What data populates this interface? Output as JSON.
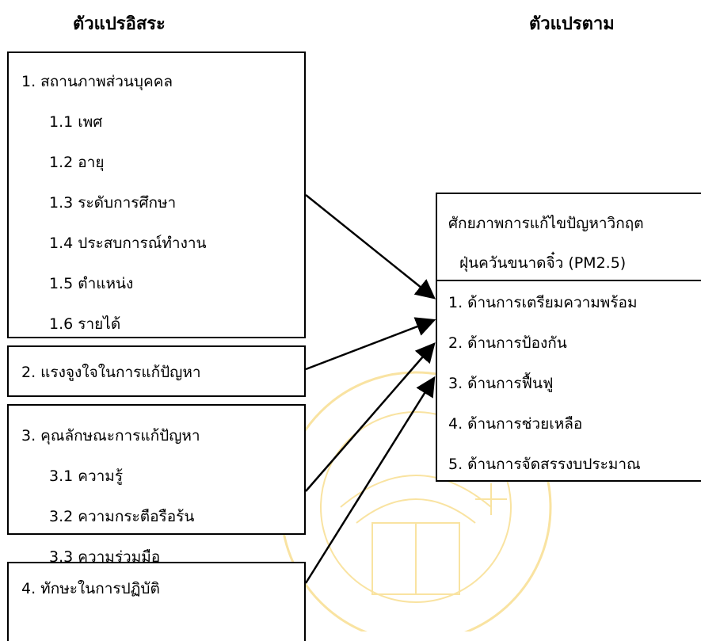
{
  "headings": {
    "independent": "ตัวแปรอิสระ",
    "dependent": "ตัวแปรตาม"
  },
  "independent_variables": [
    {
      "title": "1. สถานภาพส่วนบุคคล",
      "items": [
        "1.1 เพศ",
        "1.2 อายุ",
        "1.3 ระดับการศึกษา",
        "1.4 ประสบการณ์ทำงาน",
        "1.5 ตำแหน่ง",
        "1.6 รายได้"
      ]
    },
    {
      "title": "2. แรงจูงใจในการแก้ปัญหา",
      "items": []
    },
    {
      "title": "3. คุณลักษณะการแก้ปัญหา",
      "items": [
        "3.1 ความรู้",
        "3.2 ความกระตือรือร้น",
        "3.3 ความร่วมมือ"
      ]
    },
    {
      "title": "4. ทักษะในการปฏิบัติ",
      "items": []
    }
  ],
  "dependent_variable": {
    "title_line1": "ศักยภาพการแก้ไขปัญหาวิกฤต",
    "title_line2": "ฝุ่นควันขนาดจิ๋ว (PM2.5)",
    "items": [
      "1. ด้านการเตรียมความพร้อม",
      "2. ด้านการป้องกัน",
      "3. ด้านการฟื้นฟู",
      "4. ด้านการช่วยเหลือ",
      "5. ด้านการจัดสรรงบประมาณ"
    ]
  },
  "colors": {
    "line": "#000000",
    "watermark": "#f2c230"
  }
}
